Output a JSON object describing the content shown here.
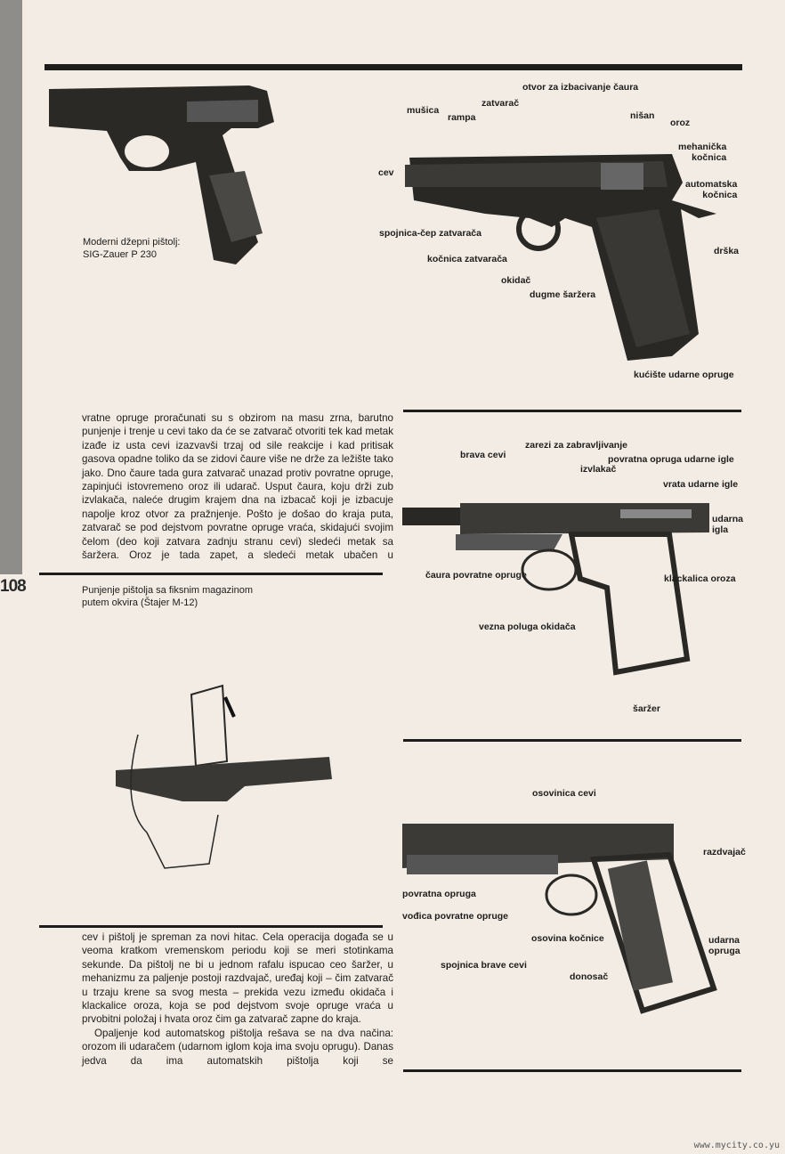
{
  "page_number": "108",
  "figure1": {
    "caption_line1": "Moderni džepni pištolj:",
    "caption_line2": "SIG-Zauer P 230"
  },
  "figure2": {
    "labels": {
      "musica": "mušica",
      "rampa": "rampa",
      "zatvarac": "zatvarač",
      "otvor": "otvor za izbacivanje čaura",
      "nisan": "nišan",
      "oroz": "oroz",
      "mehanicka1": "mehanička",
      "mehanicka2": "kočnica",
      "automatska1": "automatska",
      "automatska2": "kočnica",
      "cev": "cev",
      "spojnica": "spojnica-čep zatvarača",
      "kocnica_zatvaraca": "kočnica zatvarača",
      "drska": "drška",
      "okidac": "okidač",
      "dugme": "dugme šaržera",
      "kuciste": "kućište udarne opruge"
    }
  },
  "paragraph1": [
    "vratne opruge proračunati su s obzirom na masu zrna, barutno punjenje i trenje u cevi tako da će se zatvarač otvoriti tek kad metak izađe iz usta cevi izazvavši trzaj od sile reakcije i kad pritisak gasova opadne toliko da se zidovi čaure više ne drže za ležište tako jako. Dno čaure tada gura zatvarač unazad protiv povratne opruge, zapinjući istovremeno oroz ili udarač. Usput čaura, koju drži zub izvlakača, naleće drugim krajem dna na izbacač koji je izbacuje napolje kroz otvor za pražnjenje. Pošto je došao do kraja puta, zatvarač se pod dejstvom povratne opruge vraća, skidajući svojim čelom (deo koji zatvara zadnju stranu cevi) sledeći metak sa šaržera. Oroz je tada zapet, a sledeći metak ubačen u"
  ],
  "figure3": {
    "caption_line1": "Punjenje pištolja sa fiksnim magazinom",
    "caption_line2": "putem okvira (Štajer M-12)"
  },
  "figure4": {
    "labels": {
      "brava": "brava cevi",
      "zarezi": "zarezi za zabravljivanje",
      "povratna_igle": "povratna opruga udarne igle",
      "izvlakac": "izvlakač",
      "vrata": "vrata udarne igle",
      "udarna1": "udarna",
      "udarna2": "igla",
      "caura": "čaura povratne opruge",
      "klackalica": "klackalica oroza",
      "vezna": "vezna poluga okidača",
      "sarzer": "šaržer"
    }
  },
  "figure5": {
    "labels": {
      "osovinica": "osovinica cevi",
      "razdvajac": "razdvajač",
      "povratna": "povratna opruga",
      "vodica": "vođica povratne opruge",
      "osovina": "osovina kočnice",
      "udarna1": "udarna",
      "udarna2": "opruga",
      "spojnica": "spojnica brave cevi",
      "donosac": "donosač"
    }
  },
  "paragraph2": "cev i pištolj je spreman za novi hitac. Cela operacija događa se u veoma kratkom vremenskom periodu koji se meri stotinkama sekunde. Da pištolj ne bi u jednom rafalu ispucao ceo šaržer, u mehanizmu za paljenje postoji razdvajač, uređaj koji – čim zatvarač u trzaju krene sa svog mesta – prekida vezu između okidača i klackalice oroza, koja se pod dejstvom svoje opruge vraća u prvobitni položaj i hvata oroz čim ga zatvarač zapne do kraja.",
  "paragraph3": "Opaljenje kod automatskog pištolja rešava se na dva načina: orozom ili udaračem (udarnom iglom koja ima svoju oprugu). Danas jedva da ima automatskih pištolja koji se",
  "watermark": "www.mycity.co.yu"
}
